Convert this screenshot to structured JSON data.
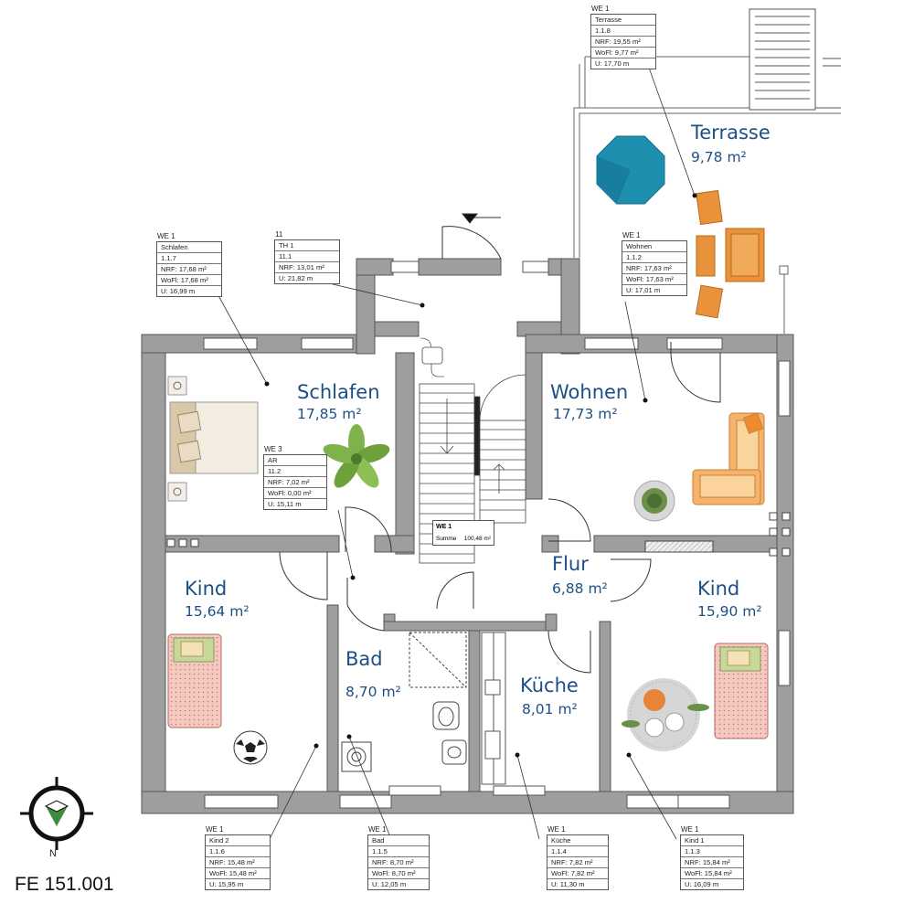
{
  "rooms": {
    "schlafen": {
      "name": "Schlafen",
      "area": "17,85 m²"
    },
    "wohnen": {
      "name": "Wohnen",
      "area": "17,73 m²"
    },
    "terrasse": {
      "name": "Terrasse",
      "area": "9,78 m²"
    },
    "flur": {
      "name": "Flur",
      "area": "6,88 m²"
    },
    "kind_left": {
      "name": "Kind",
      "area": "15,64 m²"
    },
    "kind_right": {
      "name": "Kind",
      "area": "15,90 m²"
    },
    "bad": {
      "name": "Bad",
      "area": "8,70 m²"
    },
    "kueche": {
      "name": "Küche",
      "area": "8,01 m²"
    }
  },
  "stamps": {
    "terrasse": {
      "unit": "WE 1",
      "name": "Terrasse",
      "id": "1.1.8",
      "nrf": "NRF: 19,55 m²",
      "wofl": "WoFl:  9,77 m²",
      "u": "U:     17,70 m"
    },
    "schlafen": {
      "unit": "WE 1",
      "name": "Schlafen",
      "id": "1.1.7",
      "nrf": "NRF:  17,68 m²",
      "wofl": "WoFl: 17,68 m²",
      "u": "U:     16,99 m"
    },
    "th1": {
      "unit": "11",
      "name": "TH 1",
      "id": "11.1",
      "nrf": "NRF: 13,01 m²",
      "u": "U:       21,82 m"
    },
    "wohnen": {
      "unit": "WE 1",
      "name": "Wohnen",
      "id": "1.1.2",
      "nrf": "NRF:  17,63 m²",
      "wofl": "WoFl: 17,63 m²",
      "u": "U:       17,01 m"
    },
    "ar": {
      "unit": "WE 3",
      "name": "AR",
      "id": "11.2",
      "nrf": "NRF:  7,02 m²",
      "wofl": "WoFl: 0,00 m²",
      "u": "U:     15,11 m"
    },
    "kind2": {
      "unit": "WE 1",
      "name": "Kind 2",
      "id": "1.1.6",
      "nrf": "NRF:  15,48 m²",
      "wofl": "WoFl: 15,48 m²",
      "u": "U:     15,95 m"
    },
    "bad": {
      "unit": "WE 1",
      "name": "Bad",
      "id": "1.1.5",
      "nrf": "NRF:  8,70 m²",
      "wofl": "WoFl: 8,70 m²",
      "u": "U:     12,05 m"
    },
    "kueche": {
      "unit": "WE 1",
      "name": "Küche",
      "id": "1.1.4",
      "nrf": "NRF:  7,82 m²",
      "wofl": "WoFl: 7,82 m²",
      "u": "U:     11,30 m"
    },
    "kind1": {
      "unit": "WE 1",
      "name": "Kind 1",
      "id": "1.1.3",
      "nrf": "NRF:  15,84 m²",
      "wofl": "WoFl: 15,84 m²",
      "u": "U:     16,09 m"
    }
  },
  "summary": {
    "title": "WE 1",
    "label": "Summe",
    "value": "100,48 m²"
  },
  "plan_code": "FE 151.001",
  "north": "N",
  "colors": {
    "wall": "#9e9e9e",
    "wall_edge": "#555555",
    "room_text": "#1d4f86",
    "compass_green": "#3d8b3d",
    "umbrella": "#1f8fb0",
    "furniture_orange": "#e8923a"
  }
}
